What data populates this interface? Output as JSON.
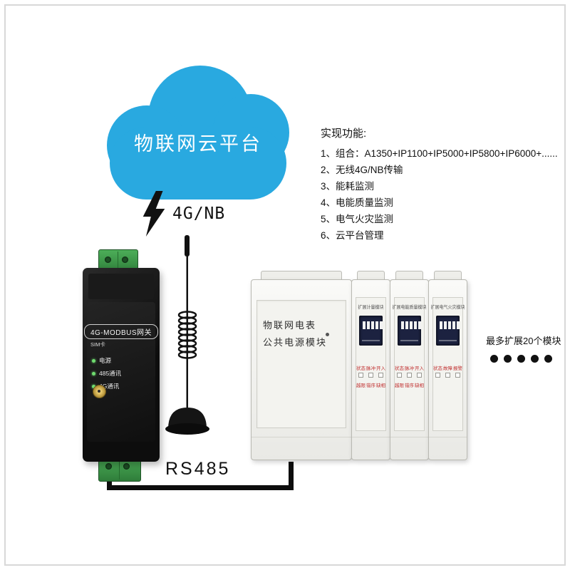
{
  "cloud": {
    "label": "物联网云平台",
    "color": "#29a9e0"
  },
  "uplink": {
    "label": "4G/NB"
  },
  "features": {
    "title": "实现功能:",
    "items": [
      "1、组合：A1350+IP1100+IP5000+IP5800+IP6000+......",
      "2、无线4G/NB传输",
      "3、能耗监测",
      "4、电能质量监测",
      "5、电气火灾监测",
      "6、云平台管理"
    ]
  },
  "gateway": {
    "model": "4G-MODBUS网关",
    "sim": "SIM卡",
    "leds": [
      "电源",
      "485通讯",
      "4G通讯"
    ]
  },
  "power_module": {
    "line1": "物联网电表",
    "line2": "公共电源模块"
  },
  "modules": [
    {
      "title": "扩展计量模块",
      "leds1": [
        "状态",
        "脉冲",
        "开入"
      ],
      "leds2": [
        "越限",
        "错序",
        "缺相"
      ]
    },
    {
      "title": "扩展电能质量模块",
      "leds1": [
        "状态",
        "脉冲",
        "开入"
      ],
      "leds2": [
        "越限",
        "错序",
        "缺相"
      ]
    },
    {
      "title": "扩展电气火灾模块",
      "leds1": [
        "状态",
        "故障",
        "报警"
      ],
      "leds2": [
        "",
        "",
        ""
      ]
    }
  ],
  "note": {
    "label": "最多扩展20个模块"
  },
  "bus": {
    "label": "RS485"
  },
  "colors": {
    "cloud_blue": "#29a9e0",
    "terminal_green": "#3f9e4d",
    "led_text_red": "#c03030",
    "dip_navy": "#1c2240",
    "device_black": "#111111"
  }
}
